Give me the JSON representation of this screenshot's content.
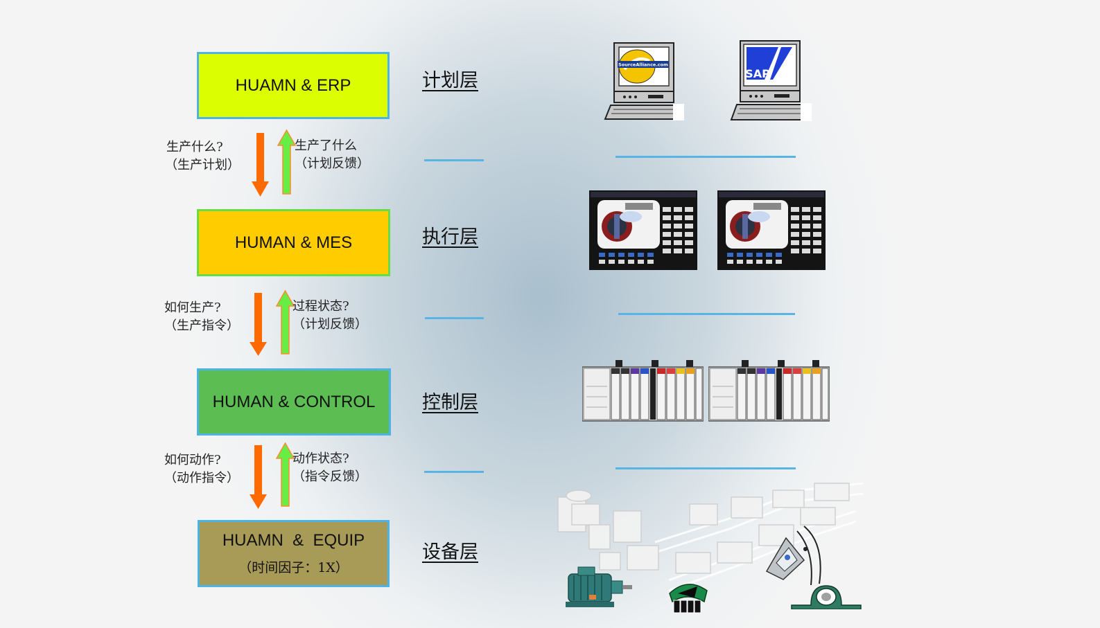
{
  "layers": [
    {
      "title": "HUAMN & ERP",
      "color": "#dcff00",
      "border": "#4db3e6",
      "name": "计划层"
    },
    {
      "title": "HUMAN & MES",
      "color": "#ffcc00",
      "border": "#66dd44",
      "name": "执行层"
    },
    {
      "title": "HUMAN & CONTROL",
      "color": "#5cbd52",
      "border": "#4db3e6",
      "name": "控制层"
    },
    {
      "title": "HUAMN  &  EQUIP",
      "subtitle": "（时间因子：1X）",
      "color": "#a89a57",
      "border": "#4db3e6",
      "name": "设备层"
    }
  ],
  "flows": [
    {
      "down_line1": "生产什么?",
      "down_line2": "（生产计划）",
      "up_line1": "生产了什么",
      "up_line2": "（计划反馈）"
    },
    {
      "down_line1": "如何生产?",
      "down_line2": "（生产指令）",
      "up_line1": "过程状态?",
      "up_line2": "（计划反馈）"
    },
    {
      "down_line1": "如何动作?",
      "down_line2": "（动作指令）",
      "up_line1": "动作状态?",
      "up_line2": "（指令反馈）"
    }
  ],
  "computers": [
    {
      "logo": "SourceAlliance.com",
      "icon": "computer-icon"
    },
    {
      "logo": "SAP",
      "icon": "computer-icon"
    }
  ],
  "colors": {
    "down_arrow": "#ff6a00",
    "up_arrow": "#66ee44",
    "separator": "#59b4e4"
  }
}
